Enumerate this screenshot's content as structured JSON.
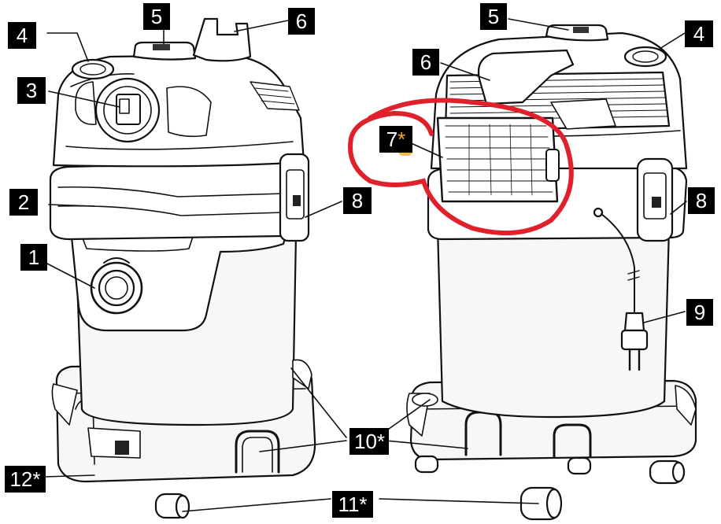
{
  "callouts": {
    "c1": "1",
    "c2": "2",
    "c3": "3",
    "c4_left": "4",
    "c5_left": "5",
    "c6_left": "6",
    "c8_left": "8",
    "c12": "12*",
    "c5_right": "5",
    "c4_right": "4",
    "c6_right": "6",
    "c7": "7",
    "c7_star": "*",
    "c8_right": "8",
    "c9": "9",
    "c10": "10*",
    "c11": "11*"
  },
  "colors": {
    "outline": "#111111",
    "body_fill": "#f7f7f7",
    "highlight_circle": "#e0202a",
    "asterisk": "#f5a623"
  }
}
